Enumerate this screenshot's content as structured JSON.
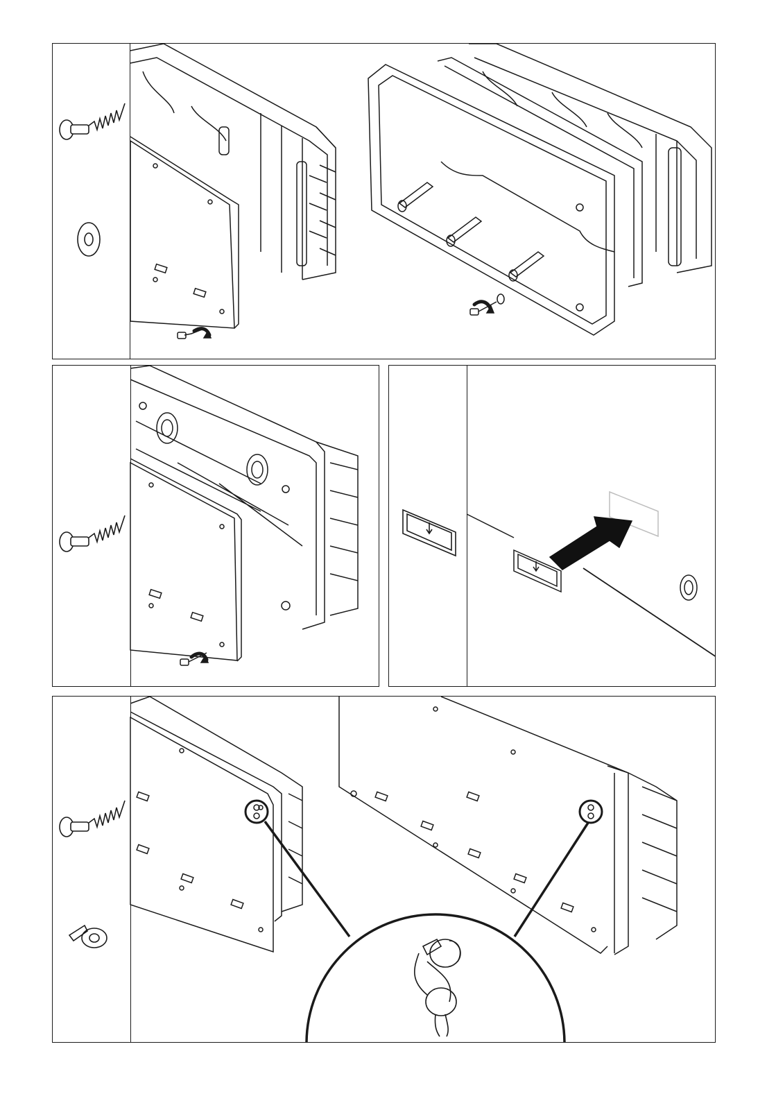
{
  "document": {
    "type": "assembly-instructions",
    "colors": {
      "line": "#1a1a1a",
      "background": "#ffffff",
      "arrow": "#111111",
      "label": "#cfcfcf"
    }
  },
  "steps": [
    {
      "id": "step-1",
      "parts": [
        "wood-screw-icon",
        "washer-icon"
      ],
      "views": [
        "cover-removal-view",
        "frame-removal-view"
      ]
    },
    {
      "id": "step-2",
      "parts": [
        "wood-screw-icon"
      ],
      "views": [
        "cover-mount-view"
      ]
    },
    {
      "id": "step-3",
      "parts": [
        "label-plate-icon"
      ],
      "views": [
        "label-insert-view"
      ]
    },
    {
      "id": "step-4",
      "parts": [
        "wood-screw-icon",
        "sealing-cap-icon"
      ],
      "views": [
        "sealing-view-left",
        "sealing-view-right",
        "seal-detail-zoom"
      ]
    }
  ]
}
